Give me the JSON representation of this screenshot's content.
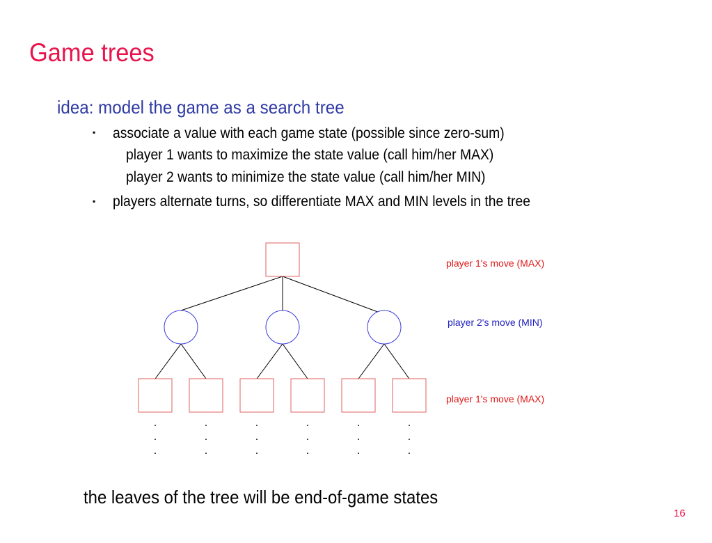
{
  "slide": {
    "title": "Game trees",
    "idea": "idea: model the game as a search tree",
    "bullets": [
      "associate a value with each game state  (possible since zero-sum)",
      "players alternate turns, so differentiate MAX and MIN levels in the tree"
    ],
    "sub_items": [
      "player 1 wants to maximize the state value (call him/her MAX)",
      "player 2 wants to minimize the state value (call him/her MIN)"
    ],
    "bullet_glyph": "▪",
    "footer": "the leaves of the tree will be end-of-game states",
    "page_number": "16"
  },
  "diagram": {
    "level_labels": [
      "player 1's move (MAX)",
      "player 2's move (MIN)",
      "player 1's move (MAX)"
    ],
    "continuation_dot": ".",
    "colors": {
      "max_node": "#e06060",
      "min_node": "#3c3cdc",
      "edge": "#000000",
      "max_label": "#e01818",
      "min_label": "#2020c0"
    }
  }
}
